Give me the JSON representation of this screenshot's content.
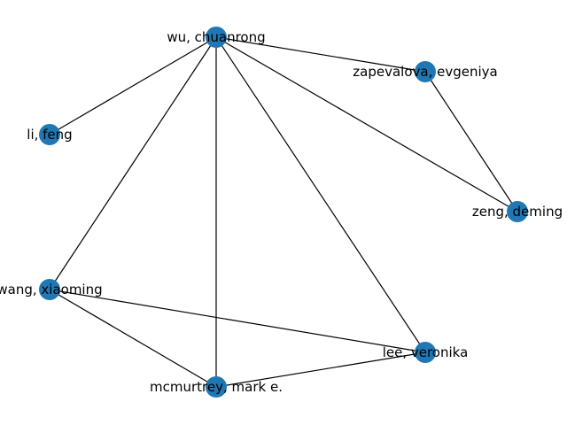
{
  "graph": {
    "node_color": "#1f77b4",
    "edge_color": "#000000",
    "nodes": [
      {
        "id": "wu",
        "label": "wu, chuanrong"
      },
      {
        "id": "zapevalova",
        "label": "zapevalova, evgeniya"
      },
      {
        "id": "li",
        "label": "li, feng"
      },
      {
        "id": "zeng",
        "label": "zeng, deming"
      },
      {
        "id": "wang",
        "label": "wang, xiaoming"
      },
      {
        "id": "lee",
        "label": "lee, veronika"
      },
      {
        "id": "mcmurtrey",
        "label": "mcmurtrey, mark e."
      }
    ],
    "edges": [
      [
        "wu",
        "zapevalova"
      ],
      [
        "wu",
        "li"
      ],
      [
        "wu",
        "zeng"
      ],
      [
        "wu",
        "wang"
      ],
      [
        "wu",
        "mcmurtrey"
      ],
      [
        "wu",
        "lee"
      ],
      [
        "zapevalova",
        "zeng"
      ],
      [
        "wang",
        "lee"
      ],
      [
        "wang",
        "mcmurtrey"
      ],
      [
        "mcmurtrey",
        "lee"
      ]
    ]
  }
}
